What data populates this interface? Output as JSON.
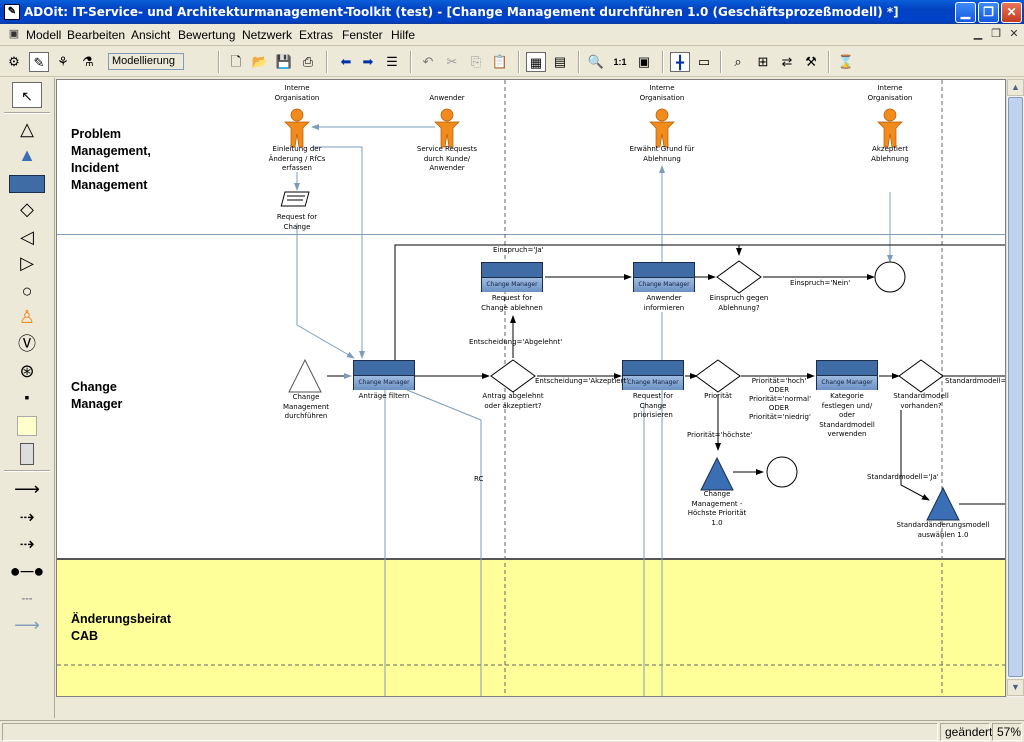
{
  "window": {
    "title": "ADOit: IT-Service- und Architekturmanagement-Toolkit (test) - [Change Management durchführen 1.0 (Geschäftsprozeßmodell) *]",
    "buttons": [
      "minimize",
      "maximize",
      "close"
    ]
  },
  "menu": [
    "Modell",
    "Bearbeiten",
    "Ansicht",
    "Bewertung",
    "Netzwerk",
    "Extras",
    "Fenster",
    "Hilfe"
  ],
  "toolbar": {
    "mode": "Modellierung"
  },
  "lanes": [
    {
      "title": "Problem\nManagement,\nIncident\nManagement",
      "color": "#ffffff"
    },
    {
      "title": "Change\nManager",
      "color": "#ffffff"
    },
    {
      "title": "Änderungsbeirat\nCAB",
      "color": "#ffff99"
    }
  ],
  "diagram": {
    "actors": [
      {
        "role": "Interne\nOrganisation",
        "label": "Einleitung der\nÄnderung / RfCs\nerfassen"
      },
      {
        "role": "Anwender",
        "label": "Service Requests\ndurch Kunde/\nAnwender"
      },
      {
        "role": "Interne\nOrganisation",
        "label": "Erwähnt Grund für\nAblehnung"
      },
      {
        "role": "Interne\nOrganisation",
        "label": "Akzeptiert\nAblehnung"
      }
    ],
    "document": "Request for\nChange",
    "activity_role": "Change Manager",
    "activities": [
      {
        "label": "Anträge filtern"
      },
      {
        "label": "Request for\nChange ablehnen"
      },
      {
        "label": "Anwender\ninformieren"
      },
      {
        "label": "Request for\nChange\npriorisieren"
      },
      {
        "label": "Kategorie\nfestlegen und/\noder\nStandardmodell\nverwenden"
      }
    ],
    "decisions": [
      {
        "label": "Antrag abgelehnt\noder akzeptiert?"
      },
      {
        "label": "Einspruch gegen\nAblehnung?"
      },
      {
        "label": "Priorität"
      },
      {
        "label": "Standardmodell\nvorhanden?"
      }
    ],
    "start": "Change\nManagement\ndurchführen",
    "subprocesses": [
      {
        "label": "Change\nManagement -\nHöchste Priorität\n1.0"
      },
      {
        "label": "Standardänderungsmodell\nauswählen 1.0"
      }
    ],
    "edge_labels": {
      "einspruch_ja": "Einspruch='Ja'",
      "einspruch_nein": "Einspruch='Nein'",
      "abgelehnt": "Entscheidung='Abgelehnt'",
      "akzeptiert": "Entscheidung='Akzeptiert'",
      "prioritaet": "Priorität='hoch'\nODER\nPriorität='normal'\nODER\nPriorität='niedrig'",
      "hoechste": "Priorität='höchste'",
      "standard_ja": "Standardmodell='Ja'",
      "standard_cut": "Standardmodell='N",
      "rc": "RC"
    }
  },
  "status": {
    "state": "geändert",
    "zoom": "57%"
  }
}
